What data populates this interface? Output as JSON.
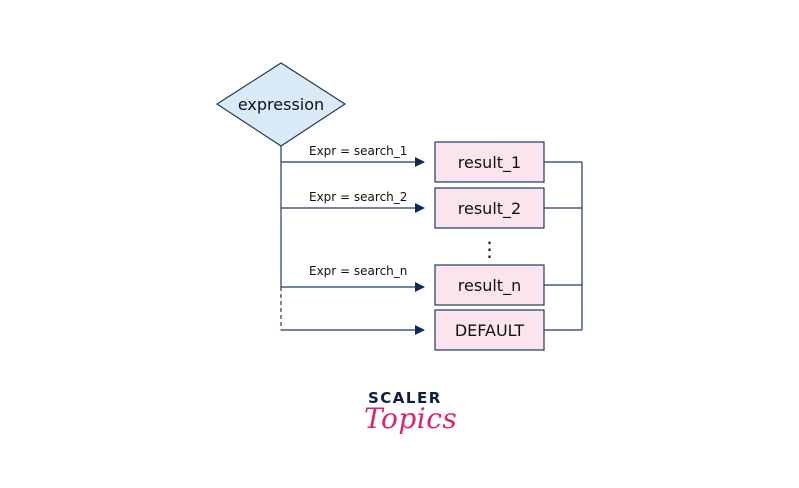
{
  "diagram": {
    "decision": {
      "label": "expression"
    },
    "conditions": [
      "Expr = search_1",
      "Expr = search_2",
      "Expr = search_n"
    ],
    "results": [
      "result_1",
      "result_2",
      "result_n"
    ],
    "ellipsis": "⋮",
    "default": {
      "label": "DEFAULT"
    }
  },
  "logo": {
    "top": "SCALER",
    "bottom": "Topics"
  },
  "colors": {
    "decision_fill": "#dbeaf7",
    "box_fill": "#fce4ef",
    "line": "#1f3b63",
    "arrow": "#0e2a57",
    "logo_dark": "#0f1c3f",
    "logo_pink": "#d8236d"
  }
}
